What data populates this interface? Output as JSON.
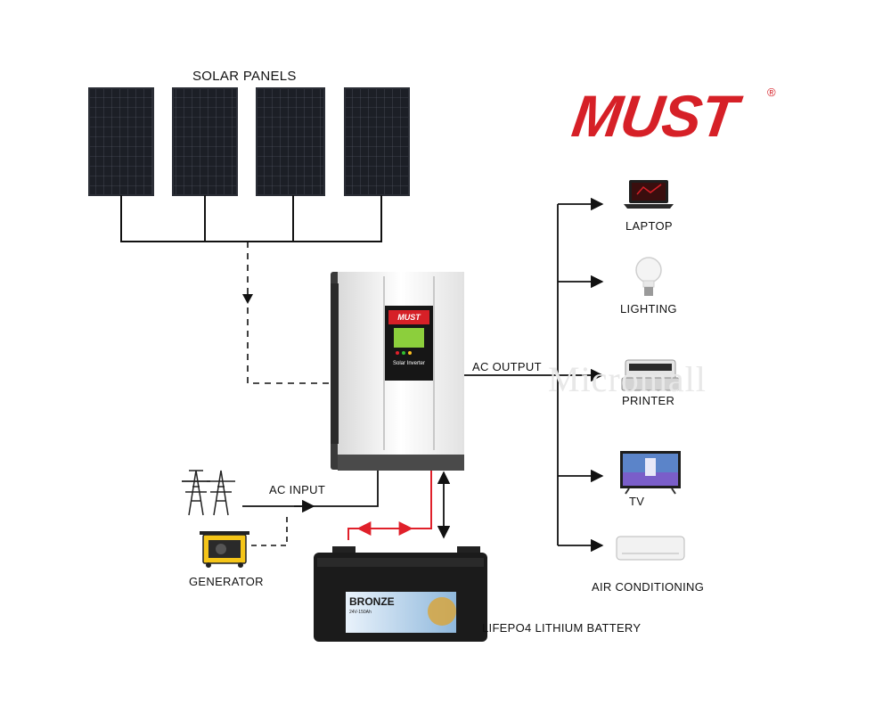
{
  "brand": {
    "logo_text": "MUST",
    "registered_mark": "®",
    "watermark": "Micromall",
    "color": "#d62027"
  },
  "labels": {
    "solar_panels": "SOLAR PANELS",
    "ac_output": "AC OUTPUT",
    "ac_input": "AC INPUT",
    "generator": "GENERATOR",
    "battery": "LIFEPO4 LITHIUM BATTERY"
  },
  "inverter": {
    "brand": "MUST",
    "label": "Solar Inverter"
  },
  "battery_unit": {
    "brand": "BRONZE",
    "spec": "24V-150Ah"
  },
  "loads": [
    {
      "label": "LAPTOP",
      "icon": "laptop-icon"
    },
    {
      "label": "LIGHTING",
      "icon": "light-bulb-icon"
    },
    {
      "label": "PRINTER",
      "icon": "printer-icon"
    },
    {
      "label": "TV",
      "icon": "tv-icon"
    },
    {
      "label": "AIR CONDITIONING",
      "icon": "air-conditioner-icon"
    }
  ],
  "colors": {
    "wire": "#111111",
    "battery_link": "#e0202a",
    "panel": "#1c1f26",
    "inverter_body": "#f2f2f2"
  }
}
